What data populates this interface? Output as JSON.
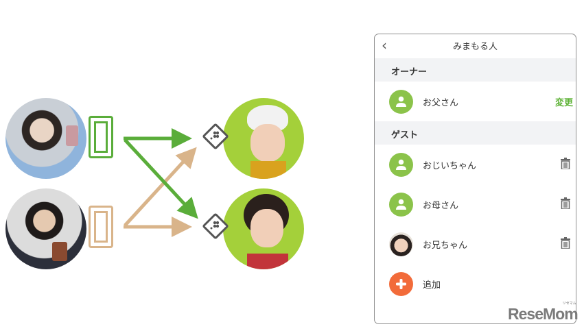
{
  "diagram": {
    "colors": {
      "guardian_primary": "#5aad3a",
      "guardian_secondary": "#d9b48a",
      "child_bg": "#a4d03a",
      "device_border": "#555555"
    },
    "guardians": [
      {
        "name": "mother-photo",
        "device_color": "#5aad3a"
      },
      {
        "name": "father-photo",
        "device_color": "#d9b48a"
      }
    ],
    "children": [
      {
        "name": "child-1-photo"
      },
      {
        "name": "child-2-photo"
      }
    ]
  },
  "panel": {
    "header": {
      "back_icon": "chevron-left-icon",
      "title": "みまもる人"
    },
    "owner_section": {
      "label": "オーナー"
    },
    "owner": {
      "name": "お父さん",
      "action": "変更",
      "avatar": "person-icon"
    },
    "guest_section": {
      "label": "ゲスト"
    },
    "guests": [
      {
        "name": "おじいちゃん",
        "avatar": "person-icon",
        "action_icon": "trash-icon"
      },
      {
        "name": "お母さん",
        "avatar": "person-icon",
        "action_icon": "trash-icon"
      },
      {
        "name": "お兄ちゃん",
        "avatar": "photo",
        "action_icon": "trash-icon"
      }
    ],
    "add": {
      "label": "追加",
      "icon": "plus-icon",
      "color": "#f26b3a"
    },
    "accent": "#5fb338"
  },
  "watermark": {
    "text": "ReseMom",
    "ruby": "リセマム"
  }
}
